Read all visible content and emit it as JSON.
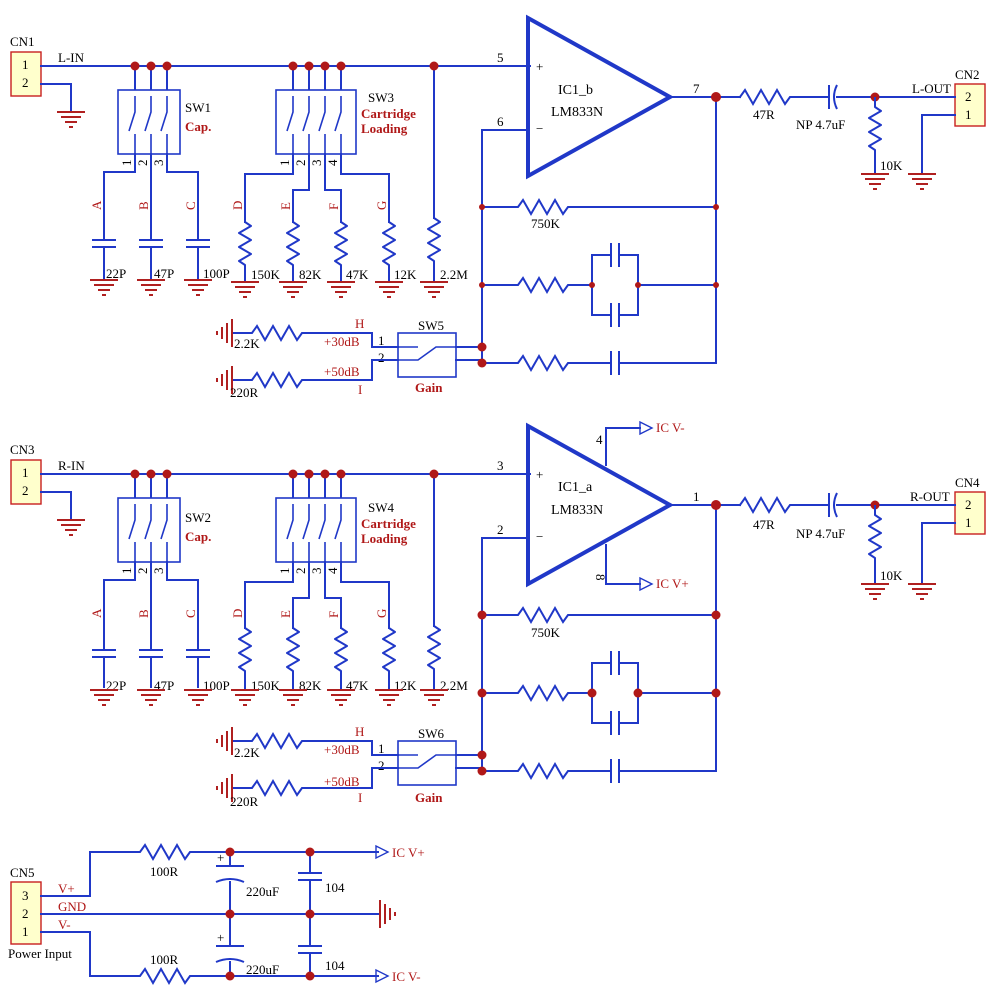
{
  "connectors": {
    "cn1": {
      "name": "CN1",
      "pin1": "1",
      "pin2": "2",
      "net": "L-IN"
    },
    "cn2": {
      "name": "CN2",
      "pin_top": "2",
      "pin_bottom": "1",
      "net": "L-OUT"
    },
    "cn3": {
      "name": "CN3",
      "pin1": "1",
      "pin2": "2",
      "net": "R-IN"
    },
    "cn4": {
      "name": "CN4",
      "pin_top": "2",
      "pin_bottom": "1",
      "net": "R-OUT"
    },
    "cn5": {
      "name": "CN5",
      "pin3": "3",
      "pin2": "2",
      "pin1": "1",
      "vplus": "V+",
      "gnd": "GND",
      "vminus": "V-",
      "caption": "Power Input"
    }
  },
  "channel_left": {
    "sw_cap": {
      "name": "SW1",
      "role": "Cap.",
      "pins": [
        "1",
        "2",
        "3"
      ]
    },
    "sw_load": {
      "name": "SW3",
      "role1": "Cartridge",
      "role2": "Loading",
      "pins": [
        "1",
        "2",
        "3",
        "4"
      ]
    },
    "sw_gain": {
      "name": "SW5",
      "role": "Gain",
      "pin1": "1",
      "pin2": "2",
      "h": "H",
      "l": "I",
      "db30": "+30dB",
      "db50": "+50dB"
    },
    "cap_labels": [
      "A",
      "B",
      "C"
    ],
    "cap_values": [
      "22P",
      "47P",
      "100P"
    ],
    "res_labels": [
      "D",
      "E",
      "F",
      "G"
    ],
    "res_values": [
      "150K",
      "82K",
      "47K",
      "12K"
    ],
    "r_bias": "2.2M",
    "r_g1": "2.2K",
    "r_g2": "220R",
    "r_fb": "750K",
    "opamp": {
      "name": "IC1_b",
      "part": "LM833N",
      "pin_plus": "5",
      "pin_minus": "6",
      "pin_out": "7",
      "plus": "+",
      "minus": "−"
    },
    "r_out": "47R",
    "c_out": "NP 4.7uF",
    "r_load": "10K"
  },
  "channel_right": {
    "sw_cap": {
      "name": "SW2",
      "role": "Cap.",
      "pins": [
        "1",
        "2",
        "3"
      ]
    },
    "sw_load": {
      "name": "SW4",
      "role1": "Cartridge",
      "role2": "Loading",
      "pins": [
        "1",
        "2",
        "3",
        "4"
      ]
    },
    "sw_gain": {
      "name": "SW6",
      "role": "Gain",
      "pin1": "1",
      "pin2": "2",
      "h": "H",
      "l": "I",
      "db30": "+30dB",
      "db50": "+50dB"
    },
    "cap_labels": [
      "A",
      "B",
      "C"
    ],
    "cap_values": [
      "22P",
      "47P",
      "100P"
    ],
    "res_labels": [
      "D",
      "E",
      "F",
      "G"
    ],
    "res_values": [
      "150K",
      "82K",
      "47K",
      "12K"
    ],
    "r_bias": "2.2M",
    "r_g1": "2.2K",
    "r_g2": "220R",
    "r_fb": "750K",
    "opamp": {
      "name": "IC1_a",
      "part": "LM833N",
      "pin_plus": "3",
      "pin_minus": "2",
      "pin_out": "1",
      "pin_vm": "4",
      "pin_vp": "8",
      "plus": "+",
      "minus": "−"
    },
    "r_out": "47R",
    "c_out": "NP 4.7uF",
    "r_load": "10K"
  },
  "power_nets": {
    "vminus": "IC V-",
    "vplus": "IC V+"
  },
  "power_section": {
    "r_top": "100R",
    "r_bot": "100R",
    "c_top": "220uF",
    "c_bot": "220uF",
    "c104_top": "104",
    "c104_bot": "104",
    "plus": "+",
    "net_top": "IC V+",
    "net_bot": "IC V-"
  }
}
